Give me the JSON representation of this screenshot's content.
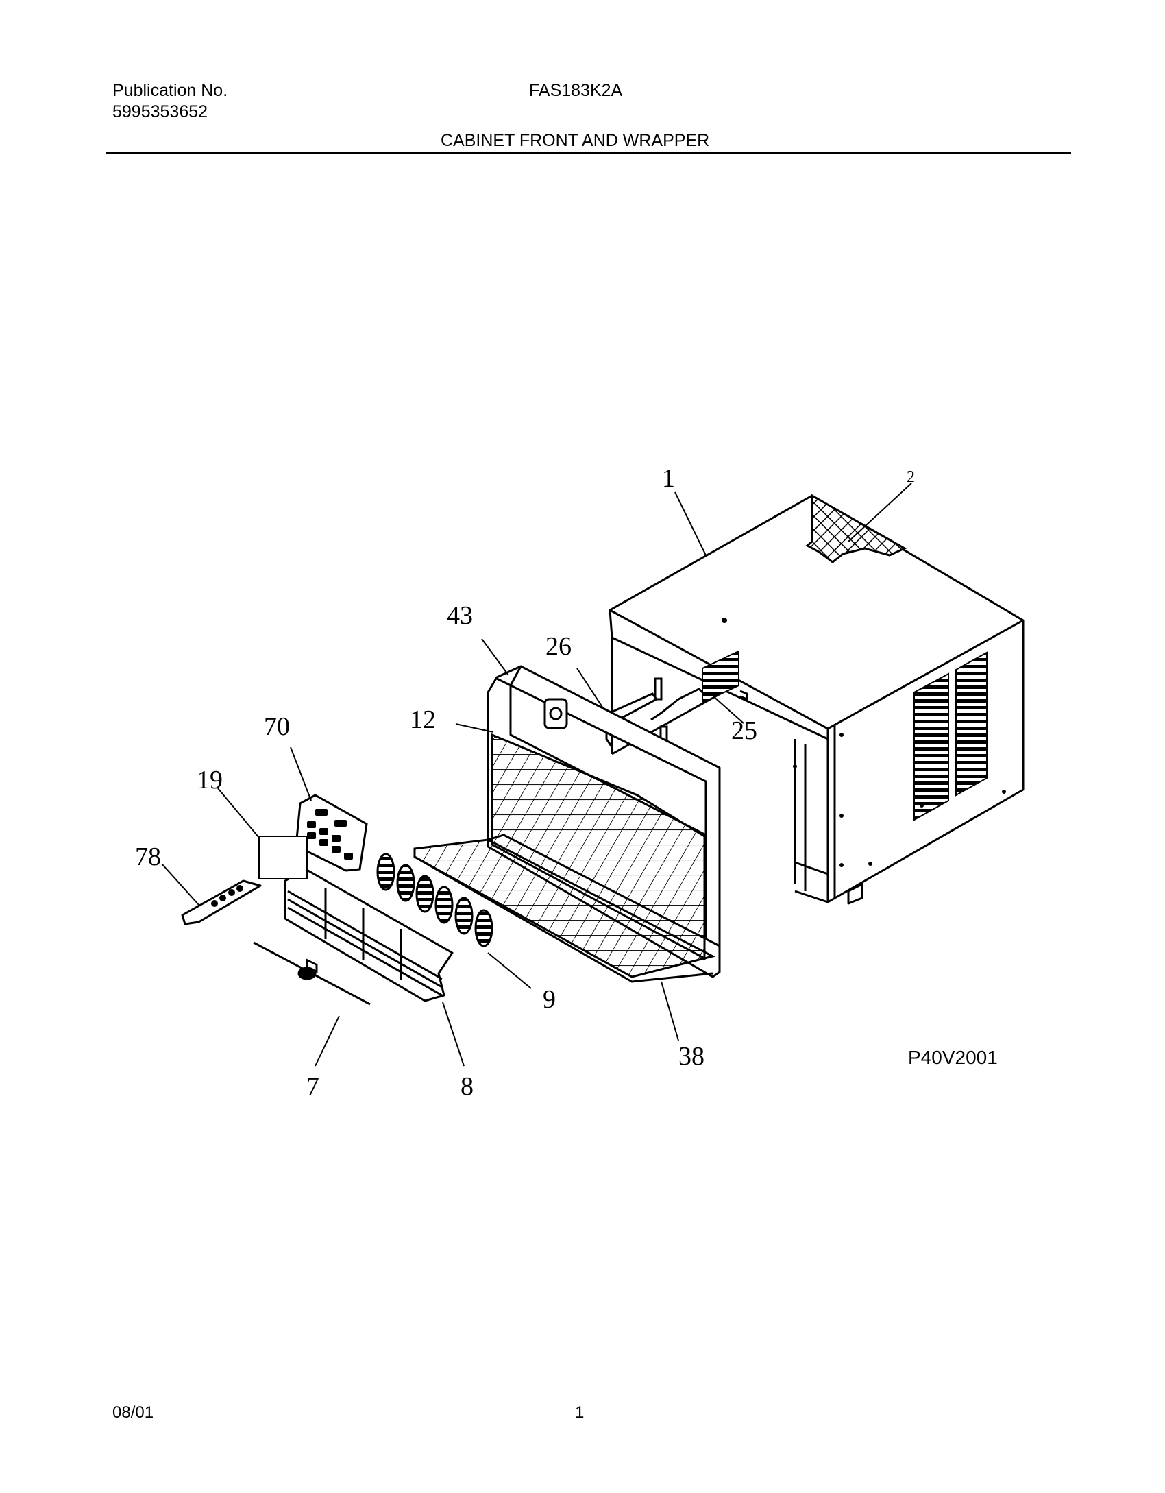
{
  "header": {
    "publication_label": "Publication No.",
    "publication_number": "5995353652",
    "model": "FAS183K2A",
    "section_title": "CABINET FRONT AND WRAPPER"
  },
  "callouts": {
    "c1": "1",
    "c2": "2",
    "c43": "43",
    "c26": "26",
    "c25": "25",
    "c70": "70",
    "c12": "12",
    "c19": "19",
    "c78": "78",
    "c9": "9",
    "c38": "38",
    "c7": "7",
    "c8": "8"
  },
  "drawing_code": "P40V2001",
  "footer": {
    "date": "08/01",
    "page": "1"
  }
}
